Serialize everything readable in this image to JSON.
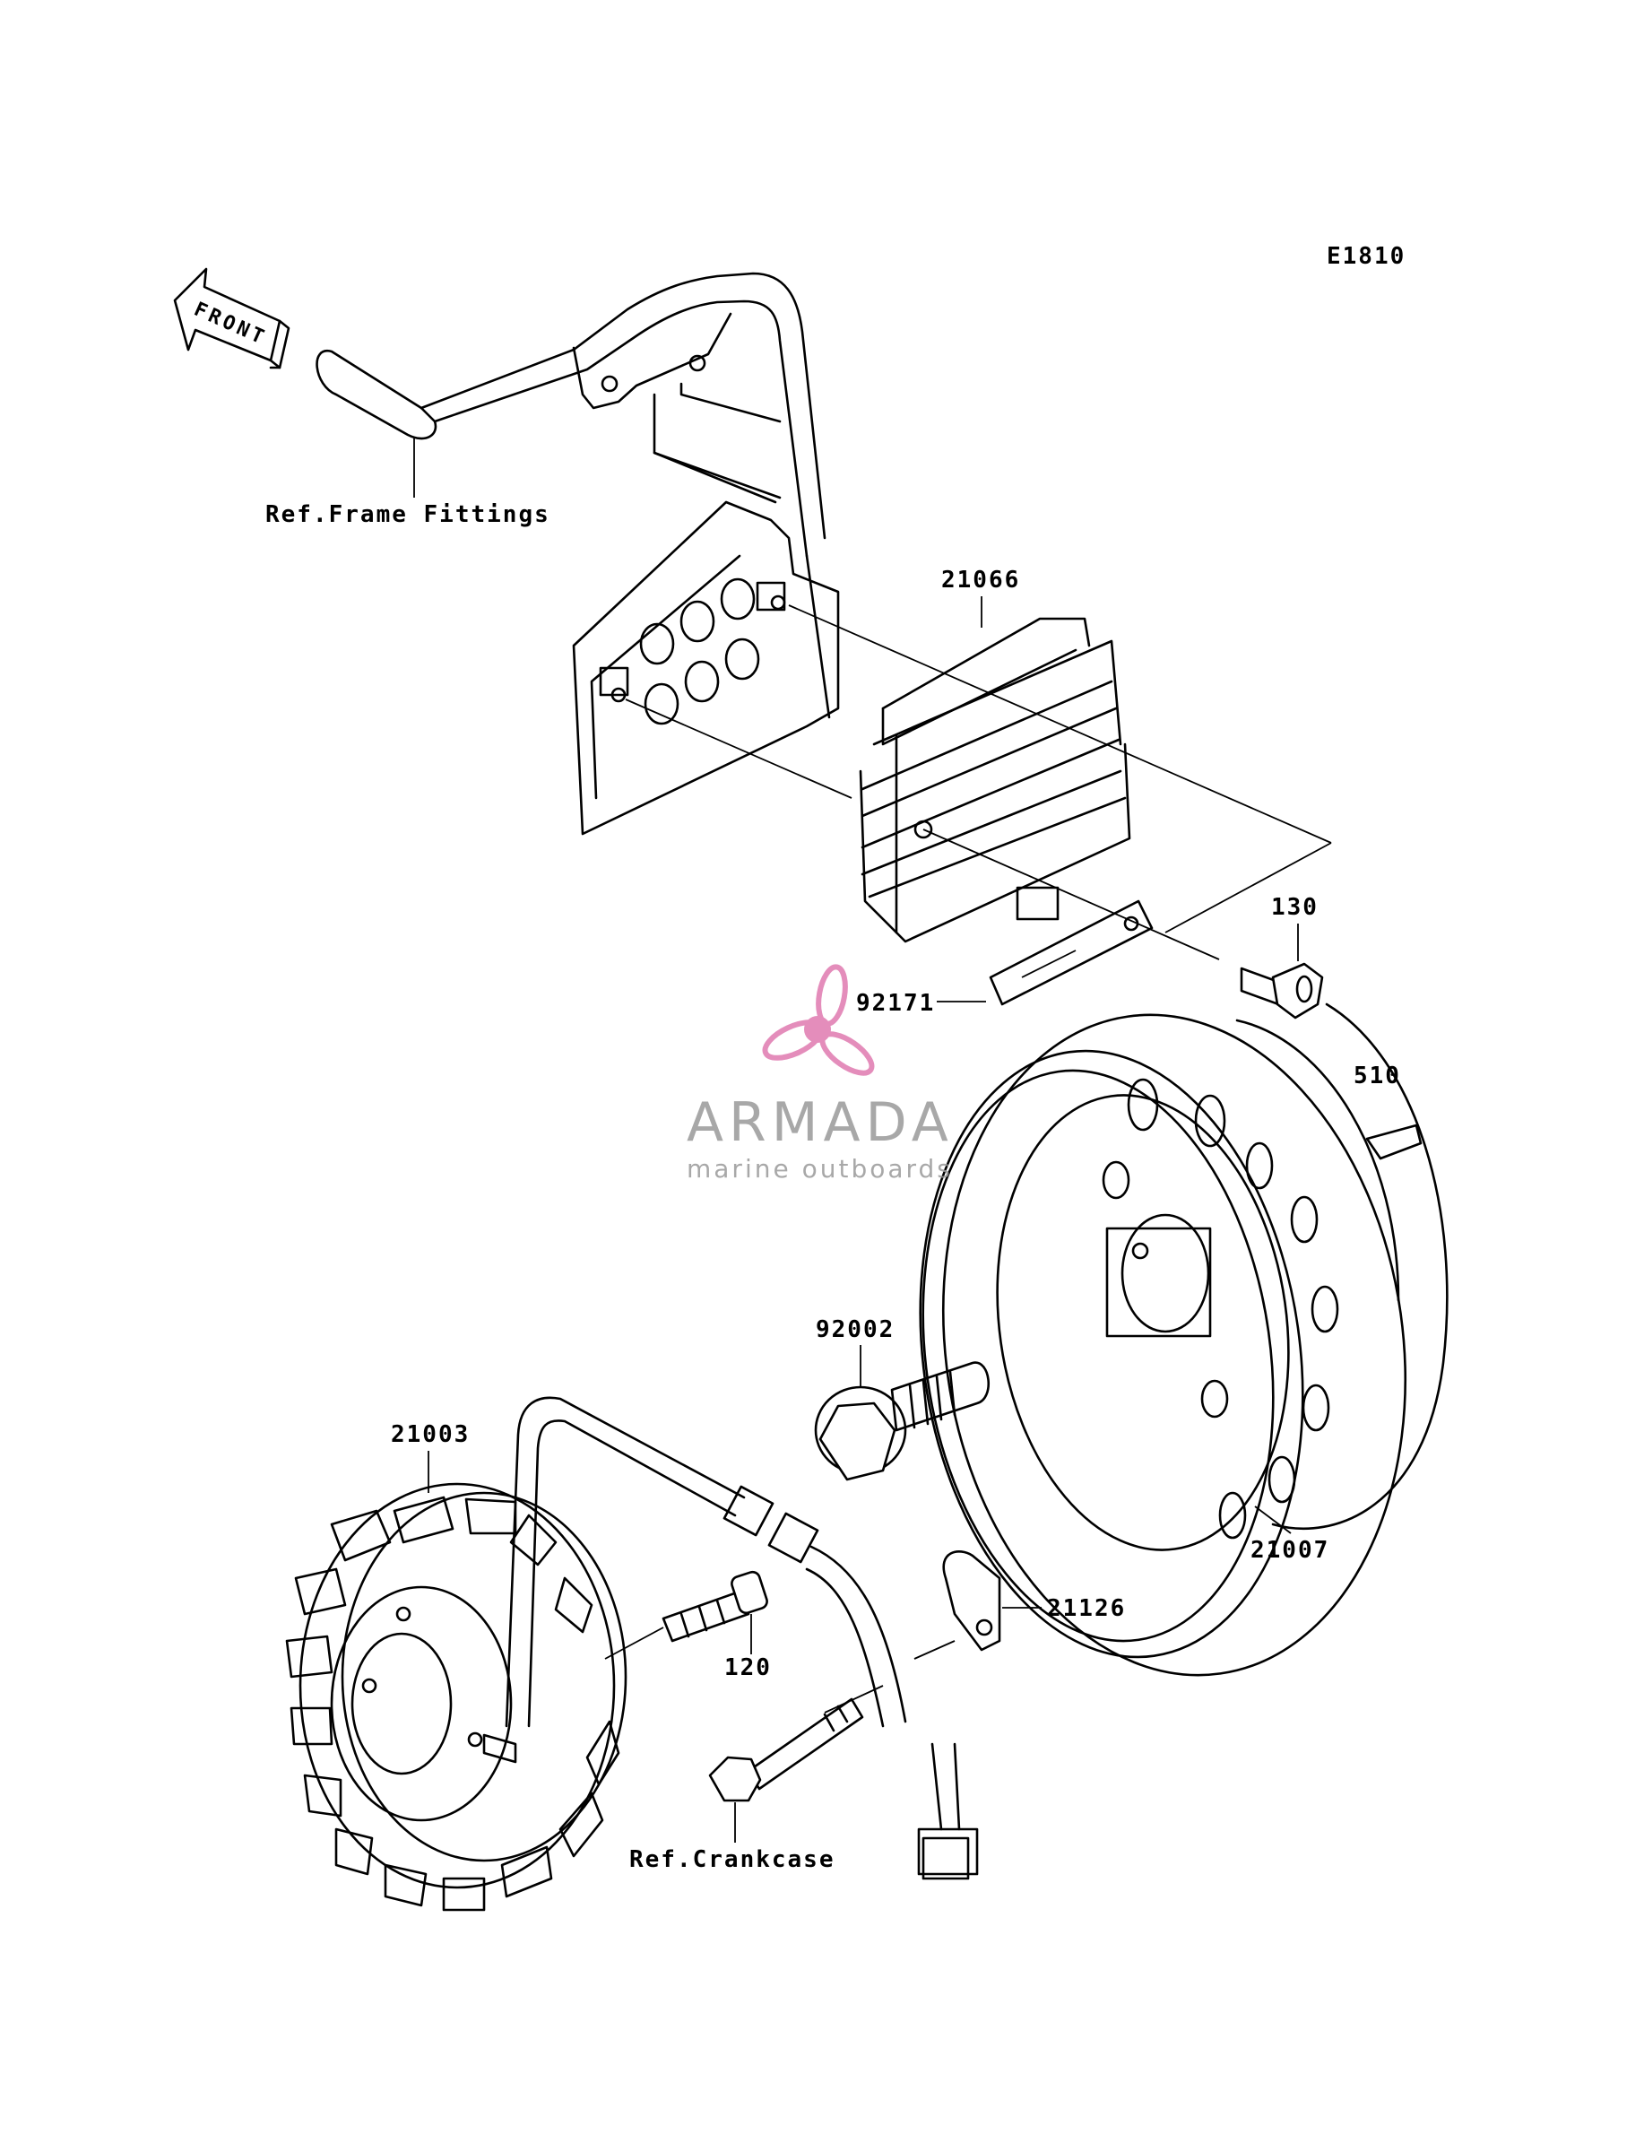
{
  "diagram_code": "E1810",
  "front_arrow": "FRONT",
  "labels": {
    "ref_frame": "Ref.Frame Fittings",
    "regulator": "21066",
    "bolt_130": "130",
    "plate_92171": "92171",
    "key_510": "510",
    "bolt_92002": "92002",
    "stator": "21003",
    "rotor": "21007",
    "clamp": "21126",
    "bolt_120": "120",
    "ref_crankcase": "Ref.Crankcase"
  },
  "watermark": {
    "name": "ARMADA",
    "tagline": "marine outboards",
    "accent_color": "#e07ab0",
    "text_color": "#9a9a9a"
  }
}
